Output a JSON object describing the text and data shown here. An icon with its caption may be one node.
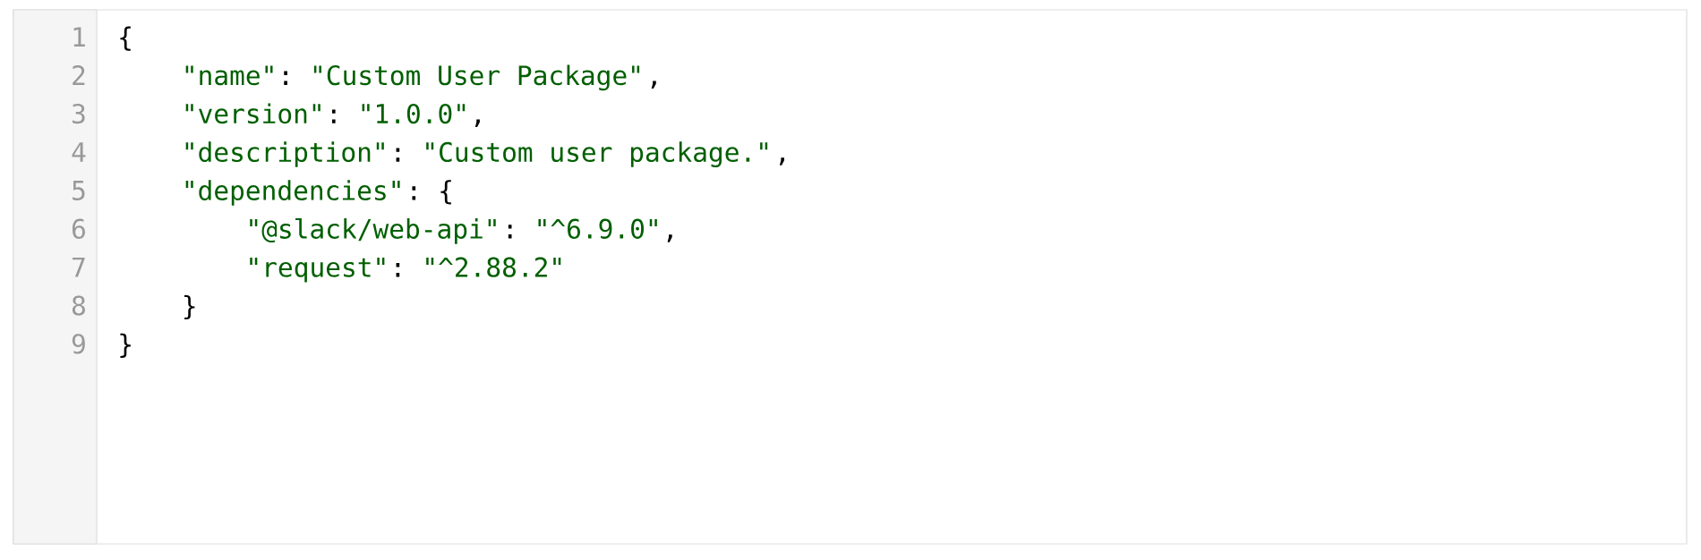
{
  "diagram": {
    "labels": [
      "1",
      "{",
      "2",
      "\"name\"",
      ":",
      "\"Custom User Package\"",
      ",",
      "3",
      "\"version\"",
      ":",
      "\"1.0.0\"",
      ",",
      "4",
      "\"description\"",
      ":",
      "\"Custom user package.\"",
      ",",
      "5",
      "\"dependencies\"",
      ":",
      "{",
      "6",
      "\"@slack/web-api\"",
      ":",
      "\"^6.9.0\"",
      ",",
      "7",
      "\"request\"",
      ":",
      "\"^2.88.2\"",
      "8",
      "}",
      "9",
      "}"
    ]
  }
}
